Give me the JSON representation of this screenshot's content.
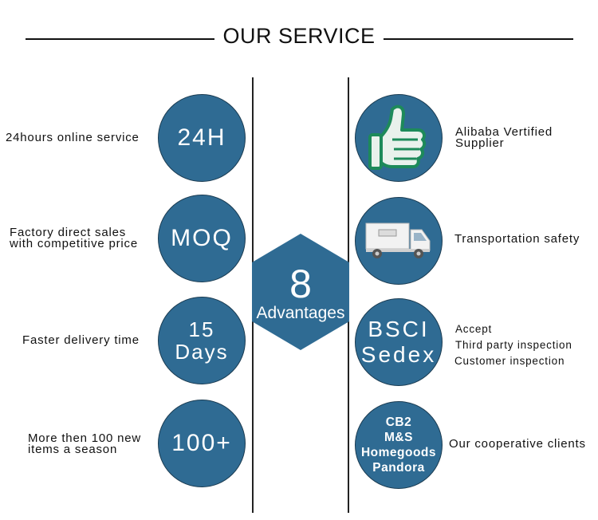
{
  "title": "OUR SERVICE",
  "center": {
    "number": "8",
    "label": "Advantages"
  },
  "left": [
    {
      "badge": "24H",
      "text_lines": [
        "24hours online service"
      ]
    },
    {
      "badge": "MOQ",
      "text_lines": [
        "Factory direct sales",
        "with competitive price"
      ]
    },
    {
      "badge_lines": [
        "15",
        "Days"
      ],
      "text_lines": [
        "Faster delivery time"
      ]
    },
    {
      "badge": "100+",
      "text_lines": [
        "More then 100 new",
        "items a season"
      ]
    }
  ],
  "right": [
    {
      "icon": "thumbs-up-icon",
      "text_lines": [
        "Alibaba Vertified",
        "Supplier"
      ]
    },
    {
      "icon": "truck-icon",
      "text_lines": [
        "Transportation safety"
      ]
    },
    {
      "badge_lines": [
        "BSCI",
        "Sedex"
      ],
      "text_lines": [
        "Accept",
        "Third party inspection",
        "Customer inspection"
      ]
    },
    {
      "badge_lines": [
        "CB2",
        "M&S",
        "Homegoods",
        "Pandora"
      ],
      "text_lines": [
        "Our cooperative clients"
      ]
    }
  ],
  "colors": {
    "circle": "#2f6b93",
    "circle_border": "#1b3c52",
    "hexagon": "#2f6b93",
    "icon_green": "#1d8a5a"
  }
}
